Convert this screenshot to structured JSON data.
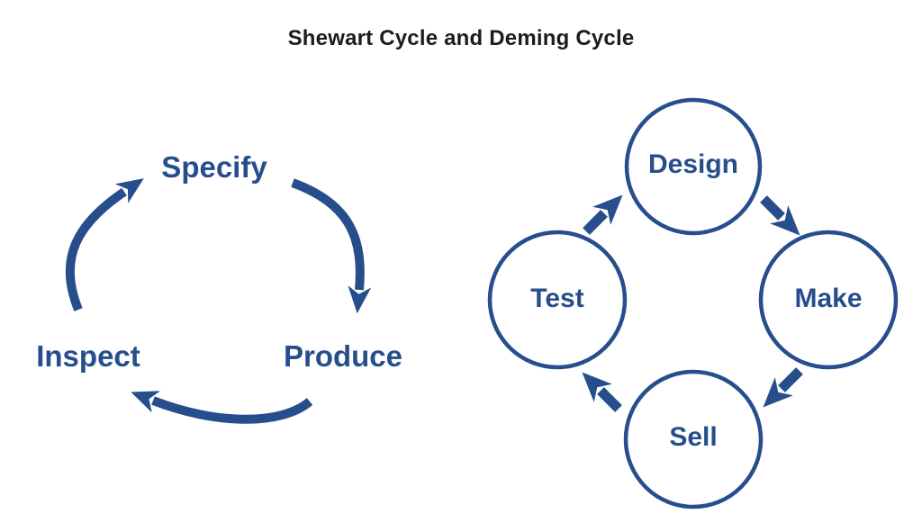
{
  "title": "Shewart Cycle and Deming Cycle",
  "colors": {
    "accent_blue": "#274E8C",
    "title_text": "#1C1C1E",
    "background": "#FFFFFF"
  },
  "shewart_cycle": {
    "steps": {
      "specify": "Specify",
      "produce": "Produce",
      "inspect": "Inspect"
    },
    "arrows": [
      {
        "from": "Specify",
        "to": "Produce"
      },
      {
        "from": "Produce",
        "to": "Inspect"
      },
      {
        "from": "Inspect",
        "to": "Specify"
      }
    ]
  },
  "deming_cycle": {
    "steps": {
      "design": "Design",
      "make": "Make",
      "sell": "Sell",
      "test": "Test"
    },
    "arrows": [
      {
        "from": "Test",
        "to": "Design"
      },
      {
        "from": "Design",
        "to": "Make"
      },
      {
        "from": "Make",
        "to": "Sell"
      },
      {
        "from": "Sell",
        "to": "Test"
      }
    ]
  }
}
